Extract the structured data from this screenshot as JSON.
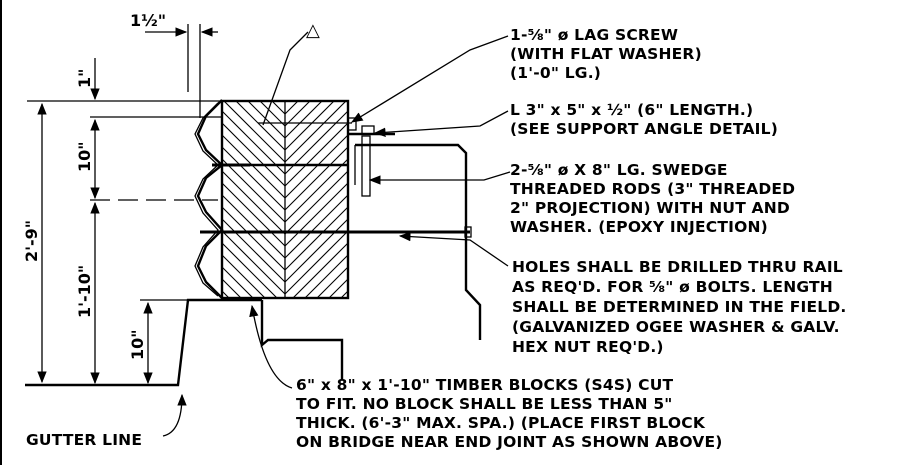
{
  "delta_symbol": "△",
  "dimensions": {
    "horizontal_top": "1½\"",
    "top": "1\"",
    "upper": "10\"",
    "overall": "2'-9\"",
    "middle": "1'-10\"",
    "bottom": "10\""
  },
  "notes": {
    "lag_screw": [
      "1-⅝\" ø LAG SCREW",
      "(WITH FLAT WASHER)",
      "(1'-0\" LG.)"
    ],
    "angle": [
      "L 3\" x 5\" x ½\" (6\" LENGTH.)",
      "(SEE SUPPORT ANGLE DETAIL)"
    ],
    "rods": [
      "2-⅝\" ø X 8\" LG. SWEDGE",
      "THREADED RODS (3\" THREADED",
      "2\" PROJECTION) WITH NUT AND",
      "WASHER. (EPOXY INJECTION)"
    ],
    "holes": [
      "HOLES SHALL BE DRILLED THRU RAIL",
      "AS REQ'D. FOR ⅝\" ø BOLTS. LENGTH",
      "SHALL BE DETERMINED IN THE FIELD.",
      "(GALVANIZED OGEE WASHER & GALV.",
      "HEX NUT REQ'D.)"
    ],
    "timber": [
      "6\" x 8\" x 1'-10\" TIMBER BLOCKS (S4S) CUT",
      "TO FIT. NO BLOCK SHALL BE LESS THAN 5\"",
      "THICK. (6'-3\" MAX. SPA.) (PLACE FIRST BLOCK",
      "ON BRIDGE NEAR END JOINT AS SHOWN ABOVE)"
    ],
    "gutter": "GUTTER LINE"
  }
}
